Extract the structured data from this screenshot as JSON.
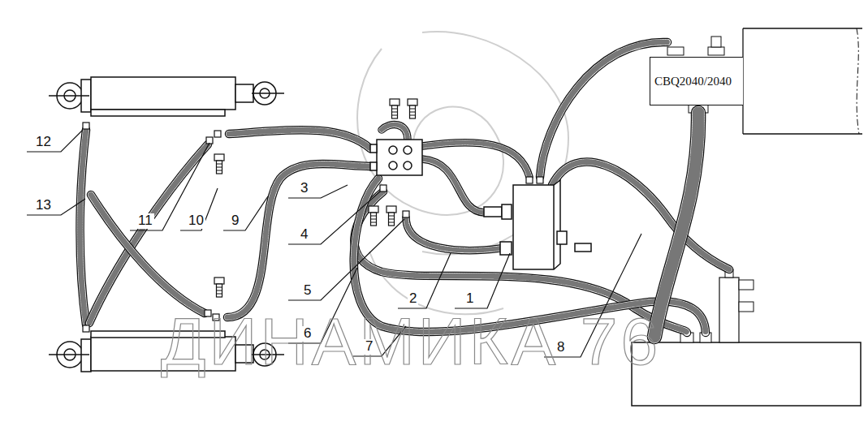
{
  "diagram": {
    "nodes": [
      {
        "text": [
          "CBQ2040/2040"
        ]
      }
    ],
    "labels": [
      "12",
      "13",
      "11",
      "10",
      "9",
      "3",
      "4",
      "5",
      "6",
      "7",
      "2",
      "1",
      "8",
      "ДИНАМИКА 76"
    ]
  }
}
